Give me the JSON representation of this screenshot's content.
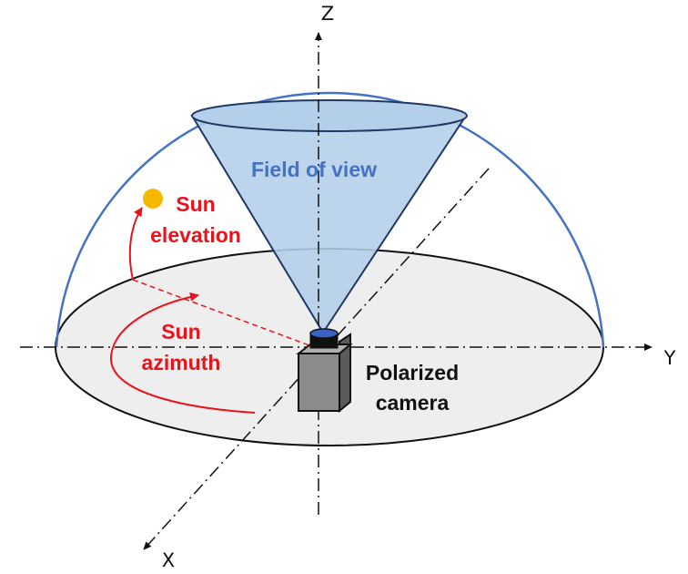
{
  "labels": {
    "axis_z": "Z",
    "axis_y": "Y",
    "axis_x": "X",
    "field_of_view": "Field of view",
    "sun_elevation_line1": "Sun",
    "sun_elevation_line2": "elevation",
    "sun_azimuth_line1": "Sun",
    "sun_azimuth_line2": "azimuth",
    "camera_line1": "Polarized",
    "camera_line2": "camera"
  },
  "colors": {
    "dome": "#4472c4",
    "cone_fill": "#b4cfe9",
    "cone_stroke": "#1f3864",
    "field_of_view_text": "#4472c4",
    "sun": "#f5b800",
    "red": "#e8141c",
    "ground": "#eeeeee",
    "camera_body": "#8c8c8c",
    "lens": "#3a63c4"
  }
}
